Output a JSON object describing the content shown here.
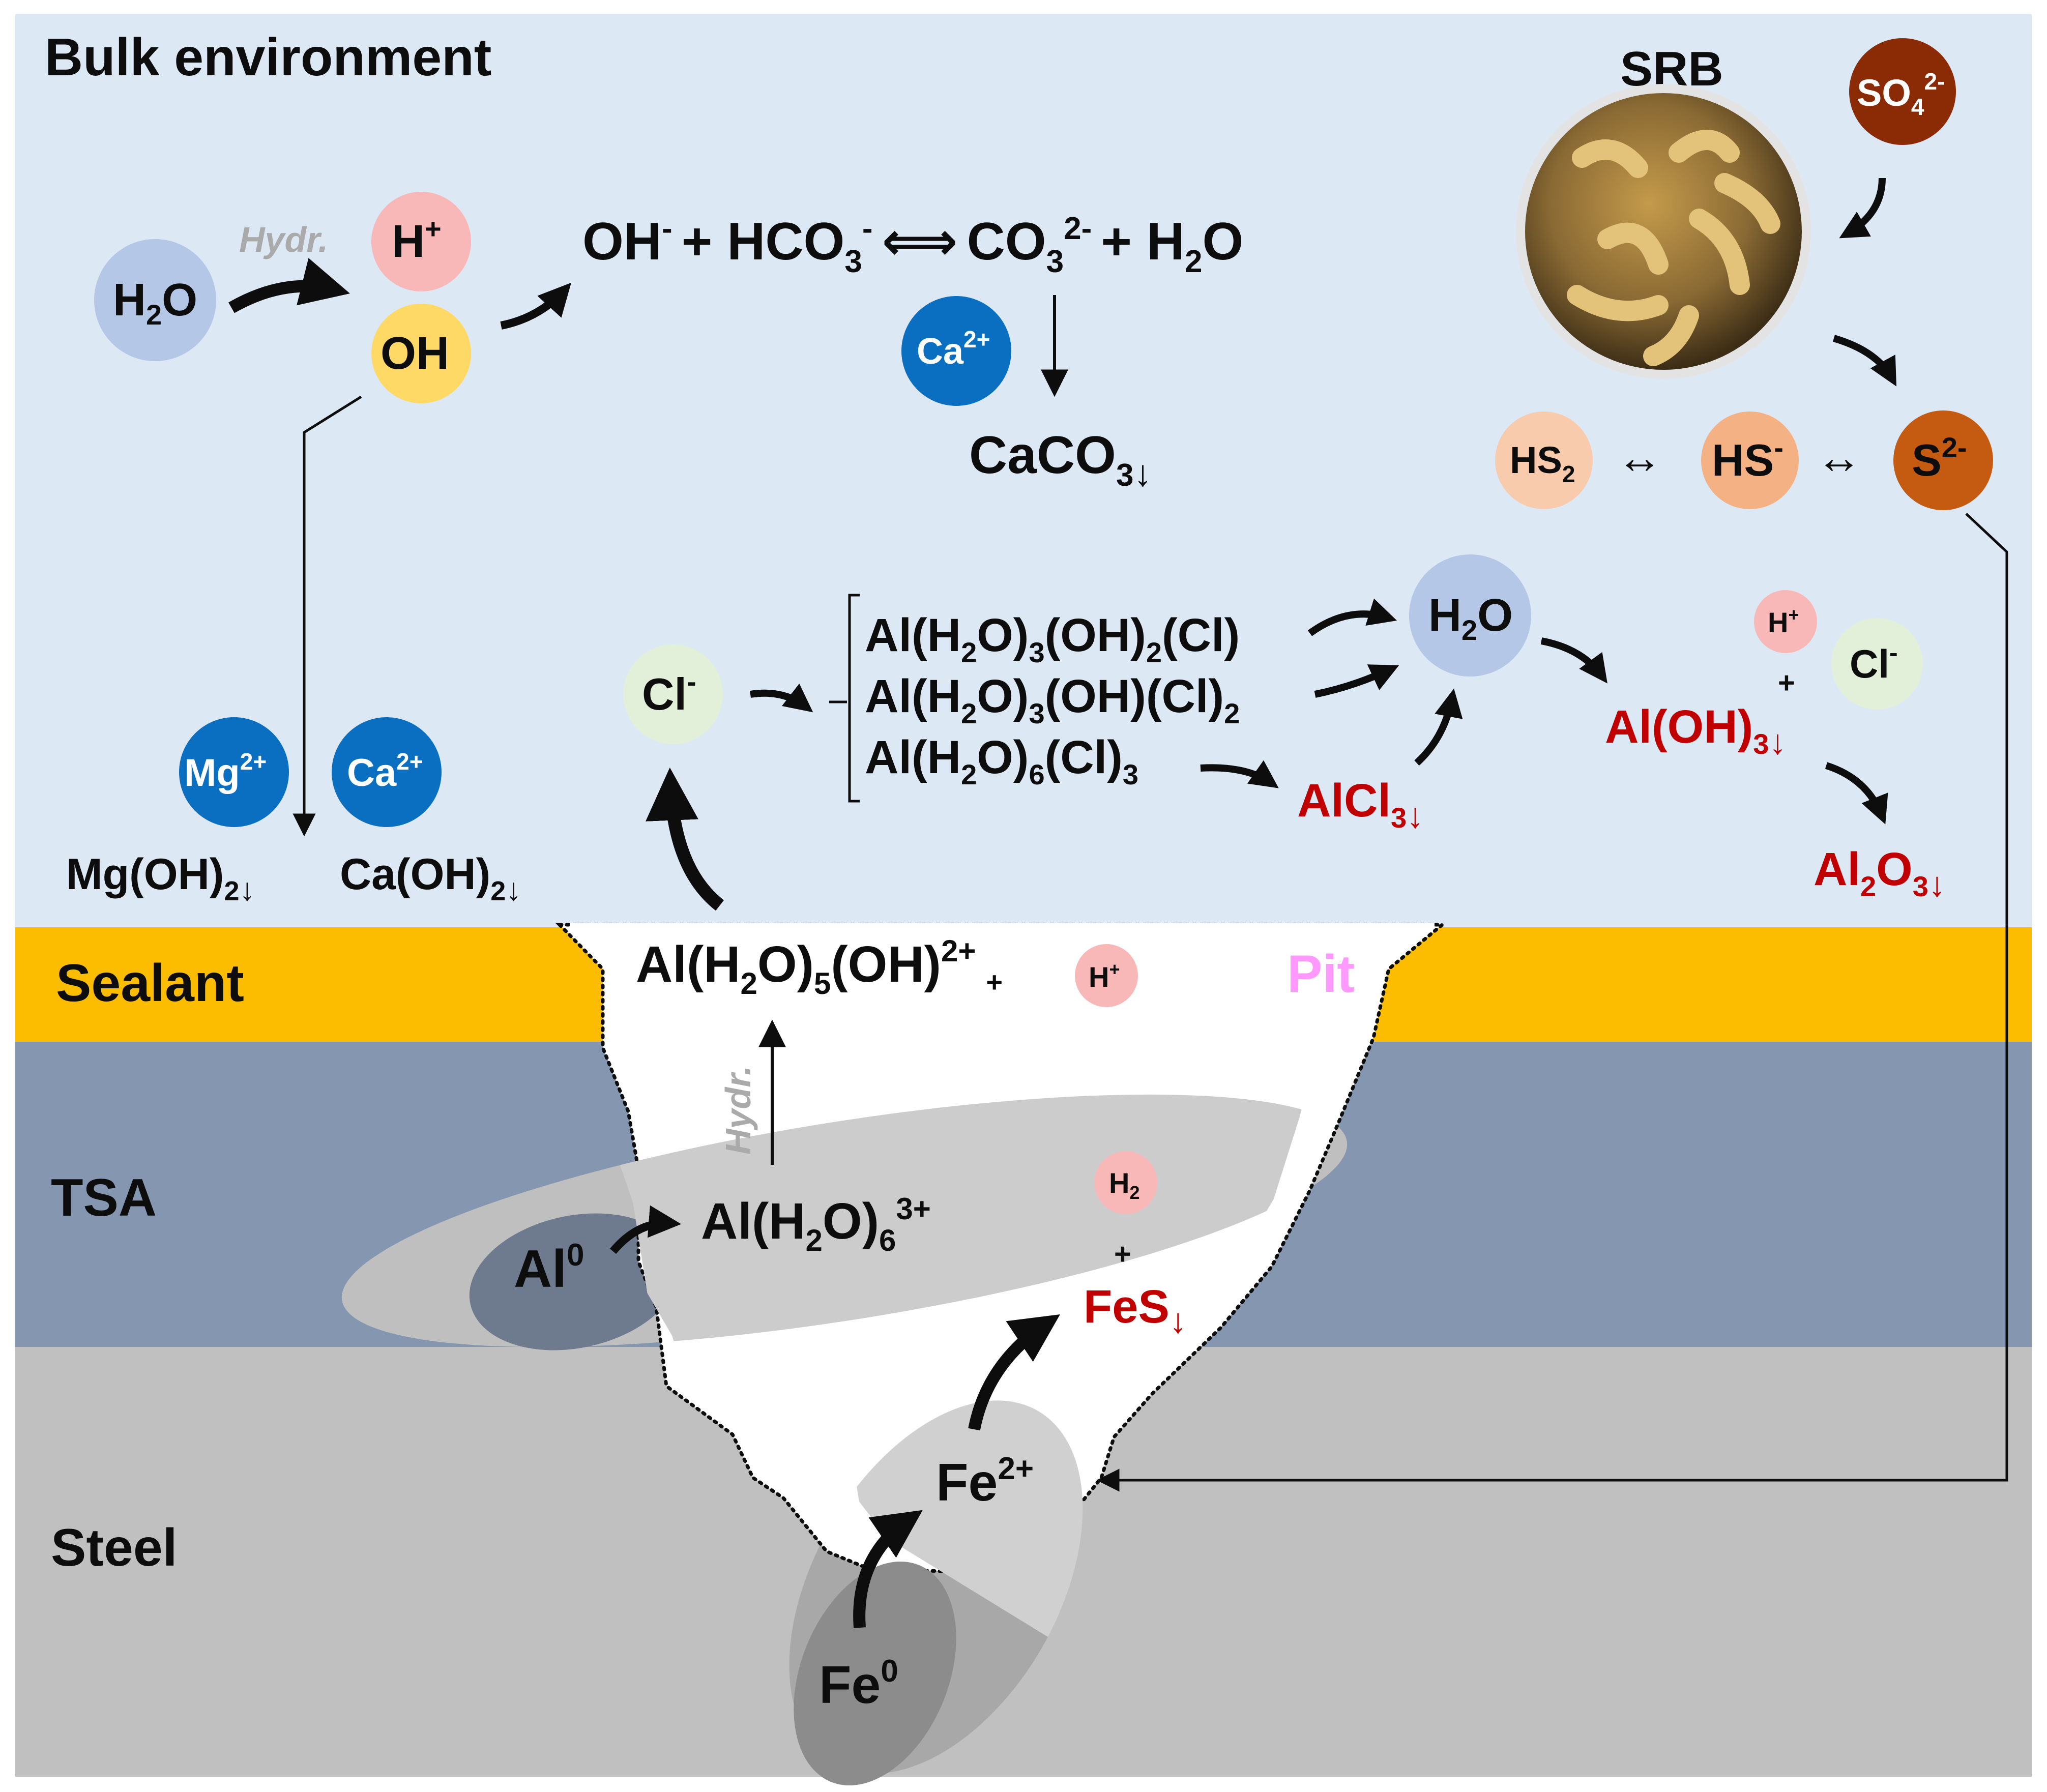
{
  "colors": {
    "bulk": "#dde8f5",
    "sealant": "#fcbd00",
    "tsa": "#8496b0",
    "steel": "#c0c0c0",
    "pit": "#ffffff",
    "text": "#0d0d0d",
    "red": "#c00000",
    "gray_text": "#aaaaaa",
    "pit_label": "#ff99ff",
    "circle_h2o": "#b4c7e7",
    "circle_h": "#f8b8b8",
    "circle_oh": "#ffd966",
    "circle_ca": "#0b6fc1",
    "circle_cl": "#e2efd9",
    "circle_so4": "#8b2b06",
    "circle_hs2": "#f8cbad",
    "circle_hs": "#f4b183",
    "circle_s": "#c55a11"
  },
  "regions": {
    "bulk": "Bulk environment",
    "sealant": "Sealant",
    "tsa": "TSA",
    "steel": "Steel",
    "pit": "Pit",
    "srb": "SRB"
  },
  "labels": {
    "hydr_top": "Hydr.",
    "hydr_pit": "Hydr.",
    "h2o_1": "H",
    "h2o_sub": "2",
    "h2o_2": "O",
    "h_plus_base": "H",
    "h_plus_sup": "+",
    "oh": "OH",
    "ca_base": "Ca",
    "ca_sup": "2+",
    "mg_base": "Mg",
    "mg_sup": "2+",
    "cl_base": "Cl",
    "cl_sup": "-",
    "so4_base": "SO",
    "so4_sub": "4",
    "so4_sup": "2-",
    "hs2_base": "HS",
    "hs2_sub": "2",
    "hs_base": "HS",
    "hs_sup": "-",
    "s_base": "S",
    "s_sup": "2-",
    "arrow_equil": "↔",
    "arrow_double": "⟺",
    "down": "↓",
    "plus": "+"
  },
  "equation": {
    "oh": "OH",
    "minus": "-",
    "hco": "+ HCO",
    "sub3": "3",
    "co": "CO",
    "sup2m": "2-",
    "rest": "+ H",
    "sub2": "2",
    "o": "O"
  },
  "precipitates": {
    "caco3_base": "CaCO",
    "caco3_sub": "3",
    "mgoh2_base": "Mg(OH)",
    "caoh2_base": "Ca(OH)",
    "sub2": "2",
    "alcl3_base": "AlCl",
    "aloh3_base": "Al(OH)",
    "al2o3_a": "Al",
    "al2o3_b": "O",
    "sub3": "3",
    "fes_base": "FeS"
  },
  "complexes": {
    "c1_a": "Al(H",
    "c1_b": "O)",
    "c1_c": "(OH)",
    "c1_d": "(Cl)",
    "c2_a": "Al(H",
    "c2_b": "O)",
    "c2_c": "(OH)(Cl)",
    "c3_a": "Al(H",
    "c3_b": "O)",
    "c3_c": "(Cl)",
    "s2": "2",
    "s3": "3",
    "s6": "6"
  },
  "pit_species": {
    "alhyd_a": "Al(H",
    "alhyd_b": "O)",
    "alhyd_sub5": "5",
    "alhyd_c": "(OH)",
    "alhyd_sup": "2+",
    "al0_base": "Al",
    "al0_sup": "0",
    "alh2o6_a": "Al(H",
    "alh2o6_b": "O)",
    "alh2o6_sub": "6",
    "alh2o6_sup": "3+",
    "fe0_base": "Fe",
    "fe0_sup": "0",
    "fe2_base": "Fe",
    "fe2_sup": "2+"
  }
}
